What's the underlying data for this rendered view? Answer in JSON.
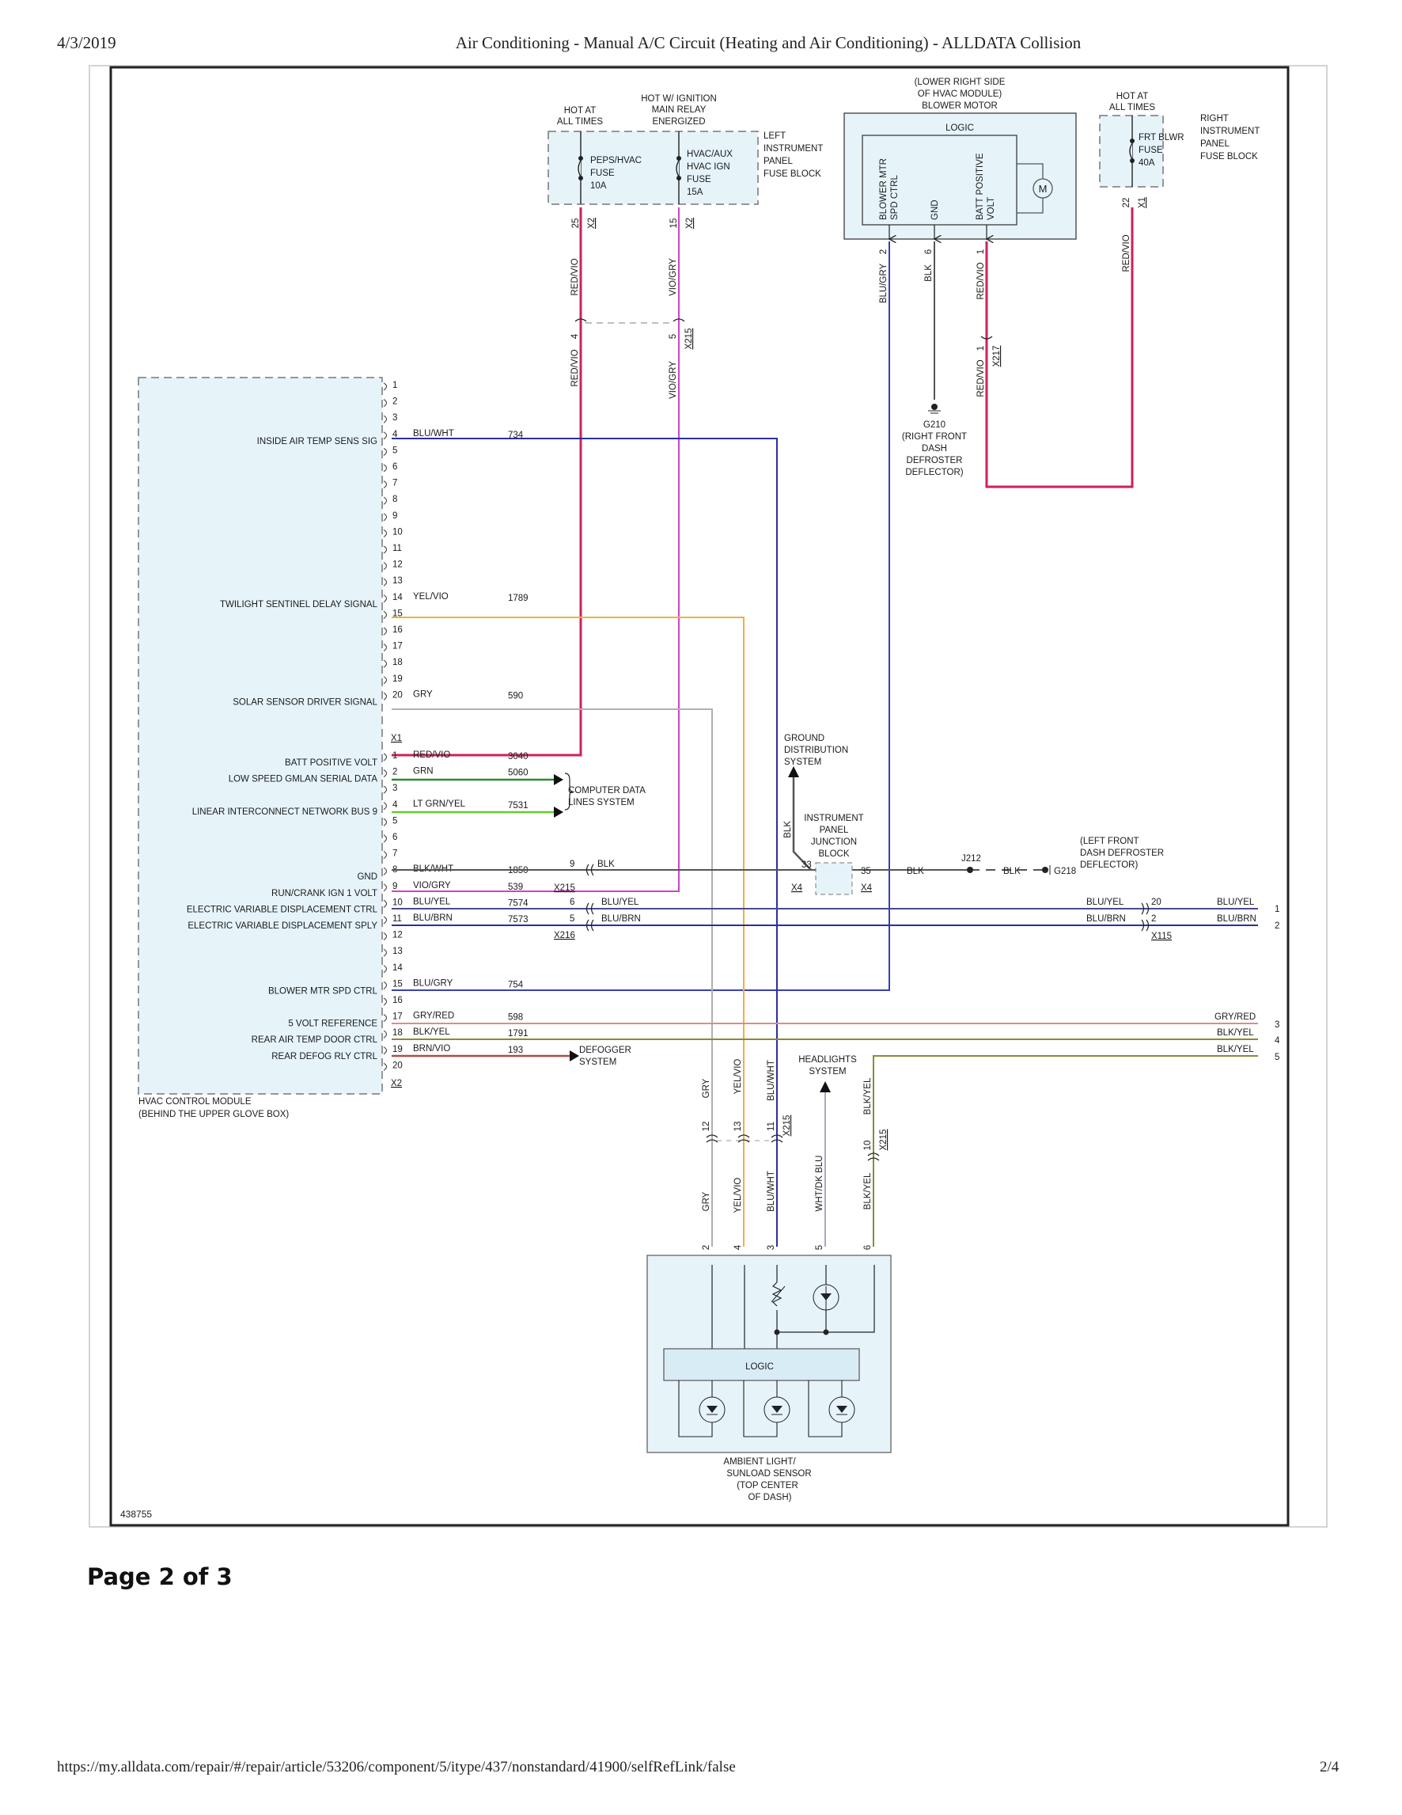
{
  "header": {
    "date": "4/3/2019",
    "title": "Air Conditioning - Manual A/C Circuit (Heating and Air Conditioning) - ALLDATA Collision"
  },
  "footer": {
    "url": "https://my.alldata.com/repair/#/repair/article/53206/component/5/itype/437/nonstandard/41900/selfRefLink/false",
    "page_count": "2/4"
  },
  "page_heading": "Page 2 of 3",
  "diagram": {
    "figure_id": "438755",
    "colors": {
      "red_vio": "#cc2255",
      "vio_gry": "#cc44cc",
      "blu": "#2b2f9e",
      "blu_wht": "#2b2f9e",
      "blu_gry": "#3a3fb0",
      "yel_vio": "#f0b040",
      "gry": "#b0b0b0",
      "grn": "#2a8a2a",
      "lt_grn_yel": "#66cc33",
      "blk": "#555555",
      "blu_yel": "#4a4a8a",
      "blu_brn": "#2b2f9e",
      "gry_red": "#e08a8a",
      "blk_yel": "#8a8a3a",
      "brn_vio": "#b04a4a",
      "module_fill": "#e6f4fa"
    },
    "left_fuse_block": {
      "label": [
        "LEFT",
        "INSTRUMENT",
        "PANEL",
        "FUSE BLOCK"
      ],
      "fuse1_source": [
        "HOT AT",
        "ALL TIMES"
      ],
      "fuse1_label": [
        "PEPS/HVAC",
        "FUSE",
        "10A"
      ],
      "fuse1_pin": "25",
      "fuse1_conn": "X2",
      "fuse2_source": [
        "HOT W/ IGNITION",
        "MAIN RELAY",
        "ENERGIZED"
      ],
      "fuse2_label": [
        "HVAC/AUX",
        "HVAC IGN",
        "FUSE",
        "15A"
      ],
      "fuse2_pin": "15",
      "fuse2_conn": "X2"
    },
    "right_fuse_block": {
      "label": [
        "RIGHT",
        "INSTRUMENT",
        "PANEL",
        "FUSE BLOCK"
      ],
      "source": [
        "HOT AT",
        "ALL TIMES"
      ],
      "fuse_label": [
        "FRT BLWR",
        "FUSE",
        "40A"
      ],
      "pin": "22",
      "conn": "X1",
      "wire": "RED/VIO"
    },
    "blower_motor": {
      "title": [
        "(LOWER RIGHT SIDE",
        "OF HVAC MODULE)",
        "BLOWER MOTOR"
      ],
      "logic": "LOGIC",
      "motor": "M",
      "pins": [
        {
          "name": [
            "BLOWER MTR",
            "SPD CTRL"
          ],
          "pin": "2",
          "wire": "BLU/GRY"
        },
        {
          "name": [
            "GND"
          ],
          "pin": "6",
          "wire": "BLK"
        },
        {
          "name": [
            "BATT POSITIVE",
            "VOLT"
          ],
          "pin": "1",
          "wire": "RED/VIO"
        }
      ],
      "x217": {
        "pin": "1",
        "conn": "X217",
        "wire": "RED/VIO"
      },
      "ground": {
        "id": "G210",
        "location": [
          "(RIGHT FRONT",
          "DASH",
          "DEFROSTER",
          "DEFLECTOR)"
        ]
      }
    },
    "x215_top": {
      "red_vio_pin": "4",
      "vio_gry_pin": "5",
      "conn": "X215",
      "red_vio_wire": "RED/VIO",
      "vio_gry_wire": "VIO/GRY"
    },
    "hvac_module": {
      "label": [
        "HVAC CONTROL MODULE",
        "(BEHIND THE UPPER GLOVE BOX)"
      ],
      "x1": {
        "conn": "X1",
        "pins": [
          {
            "pin": "1"
          },
          {
            "pin": "2"
          },
          {
            "pin": "3"
          },
          {
            "pin": "4",
            "func": "INSIDE AIR TEMP SENS SIG",
            "wire": "BLU/WHT",
            "circuit": "734"
          },
          {
            "pin": "5"
          },
          {
            "pin": "6"
          },
          {
            "pin": "7"
          },
          {
            "pin": "8"
          },
          {
            "pin": "9"
          },
          {
            "pin": "10"
          },
          {
            "pin": "11"
          },
          {
            "pin": "12"
          },
          {
            "pin": "13"
          },
          {
            "pin": "14",
            "func": "TWILIGHT SENTINEL DELAY SIGNAL",
            "wire": "YEL/VIO",
            "circuit": "1789"
          },
          {
            "pin": "15"
          },
          {
            "pin": "16"
          },
          {
            "pin": "17"
          },
          {
            "pin": "18"
          },
          {
            "pin": "19"
          },
          {
            "pin": "20",
            "func": "SOLAR SENSOR DRIVER SIGNAL",
            "wire": "GRY",
            "circuit": "590"
          }
        ]
      },
      "x2": {
        "conn": "X2",
        "pins": [
          {
            "pin": "1",
            "func": "BATT POSITIVE VOLT",
            "wire": "RED/VIO",
            "circuit": "3040"
          },
          {
            "pin": "2",
            "func": "LOW SPEED GMLAN SERIAL DATA",
            "wire": "GRN",
            "circuit": "5060"
          },
          {
            "pin": "3"
          },
          {
            "pin": "4",
            "func": "LINEAR INTERCONNECT NETWORK BUS 9",
            "wire": "LT GRN/YEL",
            "circuit": "7531"
          },
          {
            "pin": "5"
          },
          {
            "pin": "6"
          },
          {
            "pin": "7"
          },
          {
            "pin": "8",
            "func": "GND",
            "wire": "BLK/WHT",
            "circuit": "1850"
          },
          {
            "pin": "9",
            "func": "RUN/CRANK IGN 1 VOLT",
            "wire": "VIO/GRY",
            "circuit": "539"
          },
          {
            "pin": "10",
            "func": "ELECTRIC VARIABLE DISPLACEMENT CTRL",
            "wire": "BLU/YEL",
            "circuit": "7574"
          },
          {
            "pin": "11",
            "func": "ELECTRIC VARIABLE DISPLACEMENT SPLY",
            "wire": "BLU/BRN",
            "circuit": "7573"
          },
          {
            "pin": "12"
          },
          {
            "pin": "13"
          },
          {
            "pin": "14"
          },
          {
            "pin": "15",
            "func": "BLOWER MTR SPD CTRL",
            "wire": "BLU/GRY",
            "circuit": "754"
          },
          {
            "pin": "16"
          },
          {
            "pin": "17",
            "func": "5 VOLT REFERENCE",
            "wire": "GRY/RED",
            "circuit": "598"
          },
          {
            "pin": "18",
            "func": "REAR AIR TEMP DOOR CTRL",
            "wire": "BLK/YEL",
            "circuit": "1791"
          },
          {
            "pin": "19",
            "func": "REAR DEFOG RLY CTRL",
            "wire": "BRN/VIO",
            "circuit": "193"
          },
          {
            "pin": "20"
          }
        ]
      }
    },
    "computer_data_lines": [
      "COMPUTER DATA",
      "LINES SYSTEM"
    ],
    "defogger_system": [
      "DEFOGGER",
      "SYSTEM"
    ],
    "ground_distribution": [
      "GROUND",
      "DISTRIBUTION",
      "SYSTEM"
    ],
    "ground_wire": "BLK",
    "x215_mid": {
      "pin": "9",
      "wire": "BLK",
      "conn": "X215"
    },
    "x216": {
      "pin10": "6",
      "pin11": "5",
      "wire10": "BLU/YEL",
      "wire11": "BLU/BRN",
      "conn": "X216"
    },
    "ip_junction_block": {
      "label": [
        "INSTRUMENT",
        "PANEL",
        "JUNCTION",
        "BLOCK"
      ],
      "pin_in": "33",
      "pin_out": "35",
      "conn": "X4"
    },
    "splice": {
      "id": "J212",
      "wire": "BLK"
    },
    "g218": {
      "id": "G218",
      "location": [
        "(LEFT FRONT",
        "DASH DEFROSTER",
        "DEFLECTOR)"
      ]
    },
    "x115": {
      "conn": "X115",
      "rows": [
        {
          "pin": "20",
          "wire_in": "BLU/YEL",
          "wire_out": "BLU/YEL",
          "ref": "1"
        },
        {
          "pin": "2",
          "wire_in": "BLU/BRN",
          "wire_out": "BLU/BRN",
          "ref": "2"
        }
      ]
    },
    "right_refs": [
      {
        "wire": "GRY/RED",
        "ref": "3"
      },
      {
        "wire": "BLK/YEL",
        "ref": "4"
      },
      {
        "wire": "BLK/YEL",
        "ref": "5"
      }
    ],
    "headlights_system": [
      "HEADLIGHTS",
      "SYSTEM"
    ],
    "x215_bottom": {
      "conn": "X215",
      "gry_pin": "12",
      "yel_vio_pin": "13",
      "blu_wht_pin": "11",
      "blk_yel_pin": "10"
    },
    "sensor": {
      "title": [
        "AMBIENT LIGHT/",
        "SUNLOAD SENSOR",
        "(TOP CENTER",
        "OF DASH)"
      ],
      "logic": "LOGIC",
      "pins": [
        {
          "pin": "2",
          "wire": "GRY"
        },
        {
          "pin": "4",
          "wire": "YEL/VIO"
        },
        {
          "pin": "3",
          "wire": "BLU/WHT"
        },
        {
          "pin": "5",
          "wire": "WHT/DK BLU"
        },
        {
          "pin": "6",
          "wire": "BLK/YEL"
        }
      ]
    }
  }
}
